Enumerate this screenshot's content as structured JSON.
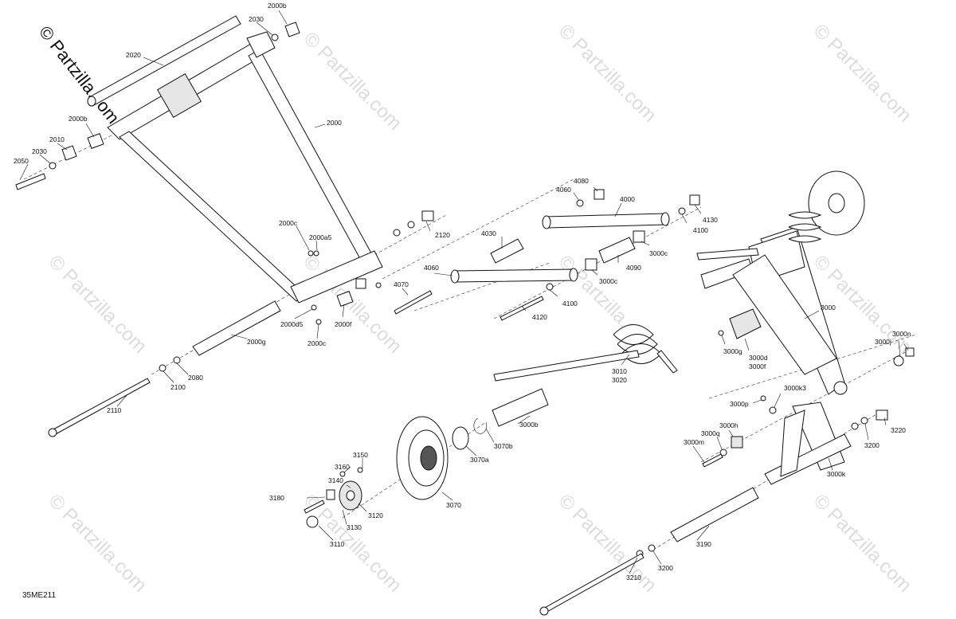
{
  "copyright": "© Partzilla.com",
  "watermark": "© Partzilla.com",
  "diagram_code": "35ME211",
  "callouts": [
    {
      "id": "c2000b_top",
      "text": "2000b"
    },
    {
      "id": "c2030_top",
      "text": "2030"
    },
    {
      "id": "c2020",
      "text": "2020"
    },
    {
      "id": "c2000b_left",
      "text": "2000b"
    },
    {
      "id": "c2010",
      "text": "2010"
    },
    {
      "id": "c2030_left",
      "text": "2030"
    },
    {
      "id": "c2050",
      "text": "2050"
    },
    {
      "id": "c2000",
      "text": "2000"
    },
    {
      "id": "c2000c_a",
      "text": "2000c"
    },
    {
      "id": "c2000a5",
      "text": "2000a5"
    },
    {
      "id": "c2000d5",
      "text": "2000d5"
    },
    {
      "id": "c2000f",
      "text": "2000f"
    },
    {
      "id": "c2000c_b",
      "text": "2000c"
    },
    {
      "id": "c2000g",
      "text": "2000g"
    },
    {
      "id": "c2080",
      "text": "2080"
    },
    {
      "id": "c2100",
      "text": "2100"
    },
    {
      "id": "c2110",
      "text": "2110"
    },
    {
      "id": "c2120",
      "text": "2120"
    },
    {
      "id": "c4030",
      "text": "4030"
    },
    {
      "id": "c4060_a",
      "text": "4060"
    },
    {
      "id": "c4080",
      "text": "4080"
    },
    {
      "id": "c4000",
      "text": "4000"
    },
    {
      "id": "c4130",
      "text": "4130"
    },
    {
      "id": "c4100_a",
      "text": "4100"
    },
    {
      "id": "c3000c_a",
      "text": "3000c"
    },
    {
      "id": "c4090",
      "text": "4090"
    },
    {
      "id": "c3000c_b",
      "text": "3000c"
    },
    {
      "id": "c4060_b",
      "text": "4060"
    },
    {
      "id": "c4070",
      "text": "4070"
    },
    {
      "id": "c4100_b",
      "text": "4100"
    },
    {
      "id": "c4120",
      "text": "4120"
    },
    {
      "id": "c3000",
      "text": "3000"
    },
    {
      "id": "c3000g",
      "text": "3000g"
    },
    {
      "id": "c3000d",
      "text": "3000d"
    },
    {
      "id": "c3000f",
      "text": "3000f"
    },
    {
      "id": "c3000n",
      "text": "3000n"
    },
    {
      "id": "c3000j",
      "text": "3000j"
    },
    {
      "id": "c3010",
      "text": "3010"
    },
    {
      "id": "c3020",
      "text": "3020"
    },
    {
      "id": "c3000k3",
      "text": "3000k3"
    },
    {
      "id": "c3000p",
      "text": "3000p"
    },
    {
      "id": "c3000h",
      "text": "3000h"
    },
    {
      "id": "c3000q",
      "text": "3000q"
    },
    {
      "id": "c3000m",
      "text": "3000m"
    },
    {
      "id": "c3200_a",
      "text": "3200"
    },
    {
      "id": "c3220",
      "text": "3220"
    },
    {
      "id": "c3000k",
      "text": "3000k"
    },
    {
      "id": "c3000b",
      "text": "3000b"
    },
    {
      "id": "c3070b",
      "text": "3070b"
    },
    {
      "id": "c3070a",
      "text": "3070a"
    },
    {
      "id": "c3070",
      "text": "3070"
    },
    {
      "id": "c3150",
      "text": "3150"
    },
    {
      "id": "c3160",
      "text": "3160"
    },
    {
      "id": "c3140",
      "text": "3140"
    },
    {
      "id": "c3180",
      "text": "3180"
    },
    {
      "id": "c3120",
      "text": "3120"
    },
    {
      "id": "c3130",
      "text": "3130"
    },
    {
      "id": "c3110",
      "text": "3110"
    },
    {
      "id": "c3190",
      "text": "3190"
    },
    {
      "id": "c3200_b",
      "text": "3200"
    },
    {
      "id": "c3210",
      "text": "3210"
    }
  ]
}
